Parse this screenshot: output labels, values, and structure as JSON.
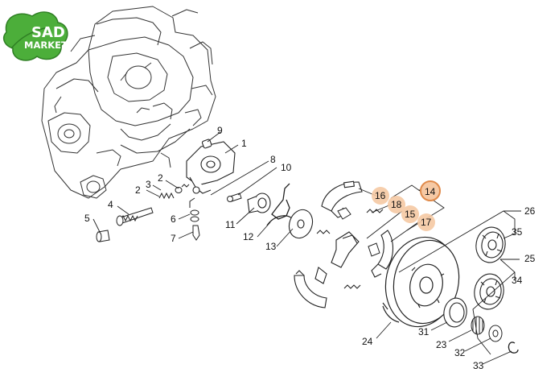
{
  "logo": {
    "line1": "SAD",
    "line2": "MARKET",
    "colors": {
      "leaf": "#4cae3a",
      "leaf_dark": "#2f7f24",
      "text": "#ffffff"
    }
  },
  "colors": {
    "line": "#222222",
    "highlight_fill": "#f6c9a4",
    "highlight_stroke": "#e08a4a"
  },
  "parts": {
    "p1": "1",
    "p2a": "2",
    "p2b": "2",
    "p3": "3",
    "p4": "4",
    "p5": "5",
    "p6": "6",
    "p7": "7",
    "p8": "8",
    "p9": "9",
    "p10": "10",
    "p11": "11",
    "p12": "12",
    "p13": "13",
    "p14": "14",
    "p15": "15",
    "p16": "16",
    "p17": "17",
    "p18": "18",
    "p23": "23",
    "p24": "24",
    "p25": "25",
    "p26": "26",
    "p31": "31",
    "p32": "32",
    "p33": "33",
    "p34": "34",
    "p35": "35"
  },
  "highlighted_parts": [
    "14",
    "15",
    "16",
    "17",
    "18"
  ]
}
